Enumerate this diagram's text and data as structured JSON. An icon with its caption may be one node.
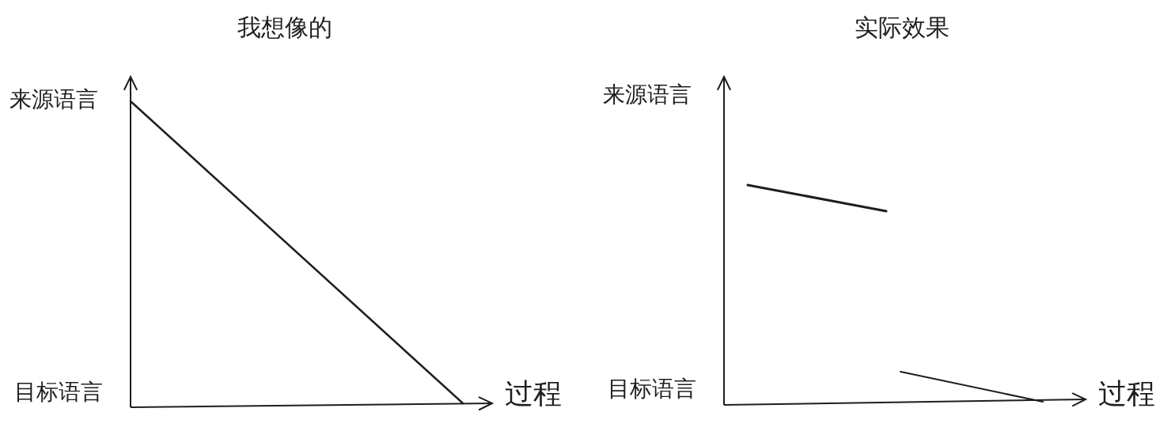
{
  "diagram": {
    "labels": [
      "我想像的",
      "实际效果",
      "来源语言",
      "来源语言",
      "目标语言",
      "过程",
      "目标语言",
      "过程"
    ]
  }
}
